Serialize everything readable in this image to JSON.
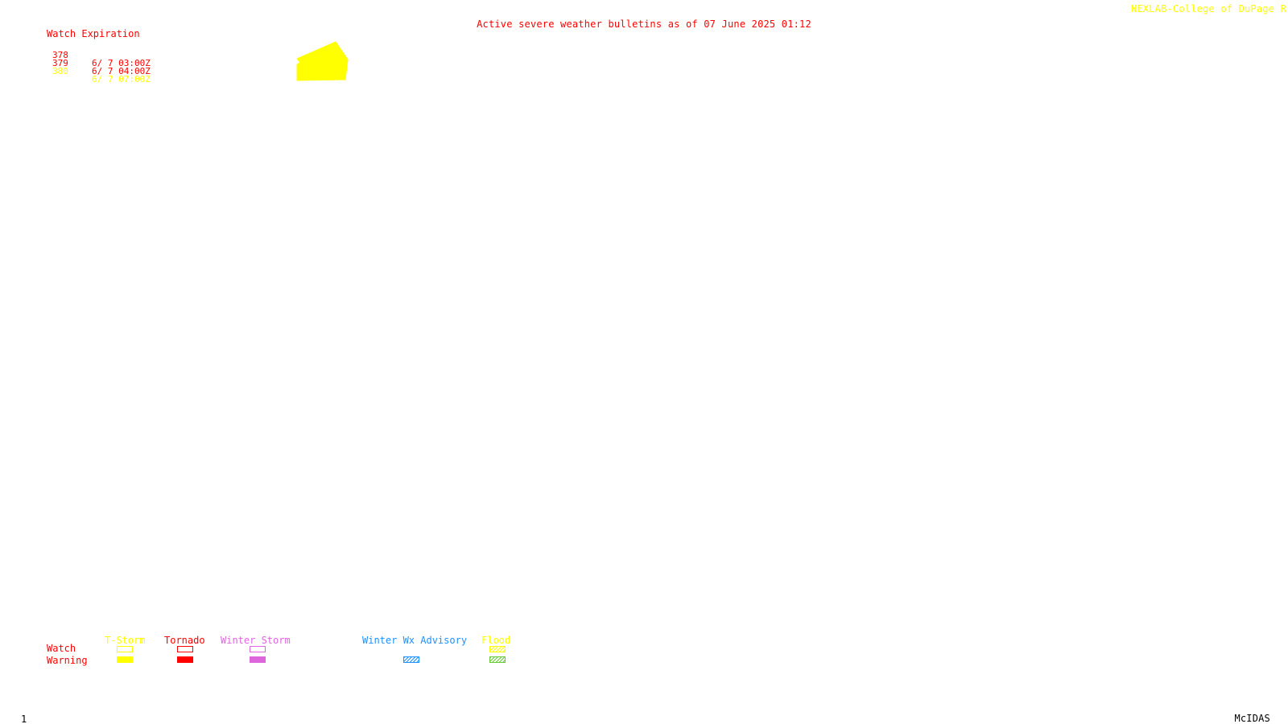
{
  "header": {
    "credit": "NEXLAB-College of DuPage R",
    "bulletin_title": "Active severe weather bulletins as of 07 June 2025 01:12"
  },
  "watch_panel": {
    "heading": "Watch Expiration",
    "watches": [
      {
        "number": "378",
        "expires": "6/ 7 03:00Z",
        "color": "#ff0000"
      },
      {
        "number": "379",
        "expires": "6/ 7 04:00Z",
        "color": "#ff0000"
      },
      {
        "number": "380",
        "expires": "6/ 7 07:00Z",
        "color": "#ffff00"
      }
    ]
  },
  "map": {
    "polygons": [
      {
        "type": "Severe Thunderstorm Watch",
        "color": "#ffff00"
      }
    ]
  },
  "legend": {
    "row_labels": {
      "watch": "Watch",
      "warning": "Warning"
    },
    "categories": [
      {
        "label": "T-Storm",
        "color": "#ffff00",
        "watch_style": "outline",
        "warning_style": "solid"
      },
      {
        "label": "Tornado",
        "color": "#ff0000",
        "watch_style": "outline",
        "warning_style": "solid"
      },
      {
        "label": "Winter Storm",
        "color": "#dd66dd",
        "watch_style": "outline",
        "warning_style": "solid"
      },
      {
        "label": "Winter Wx Advisory",
        "color": "#1e90ff",
        "watch_style": "none",
        "warning_style": "hatched"
      },
      {
        "label": "Flood",
        "color": "#ffff00",
        "warning_color": "#66cc33",
        "watch_style": "hatched",
        "warning_style": "hatched"
      }
    ]
  },
  "footer": {
    "frame_number": "1",
    "app_name": "McIDAS"
  }
}
